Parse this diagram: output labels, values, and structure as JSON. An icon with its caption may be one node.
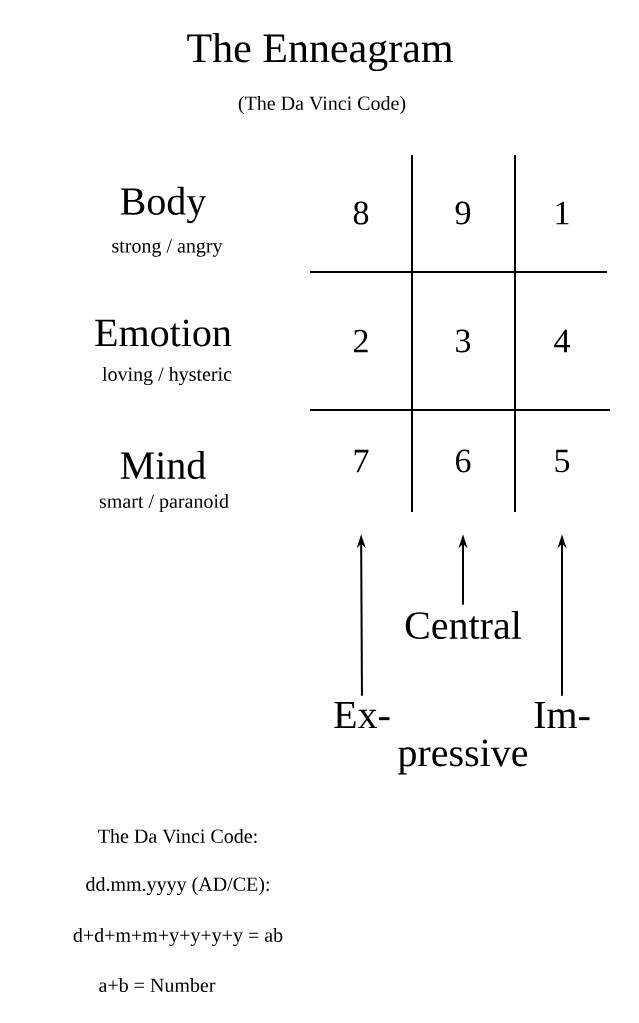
{
  "diagram": {
    "title": "The Enneagram",
    "nodes": [
      {
        "text": [
          "8"
        ]
      },
      {
        "text": [
          "9"
        ]
      },
      {
        "text": [
          "1"
        ]
      },
      {
        "text": [
          "2"
        ]
      },
      {
        "text": [
          "3"
        ]
      },
      {
        "text": [
          "4"
        ]
      },
      {
        "text": [
          "7"
        ]
      },
      {
        "text": [
          "6"
        ]
      },
      {
        "text": [
          "5"
        ]
      },
      {
        "text": [
          "Ex-"
        ]
      },
      {
        "text": [
          "Central"
        ]
      },
      {
        "text": [
          "Im-"
        ]
      }
    ],
    "edges": [
      {
        "from": 9,
        "to": 6,
        "arrow": "to"
      },
      {
        "from": 10,
        "to": 7,
        "arrow": "to"
      },
      {
        "from": 11,
        "to": 8,
        "arrow": "to"
      }
    ],
    "labels": [
      "(The Da Vinci Code)",
      "Body",
      "strong / angry",
      "Emotion",
      "loving / hysteric",
      "Mind",
      "smart / paranoid",
      "pressive",
      "The Da Vinci Code:",
      "dd.mm.yyyy (AD/CE):",
      "d+d+m+m+y+y+y+y = ab",
      "a+b = Number"
    ]
  }
}
